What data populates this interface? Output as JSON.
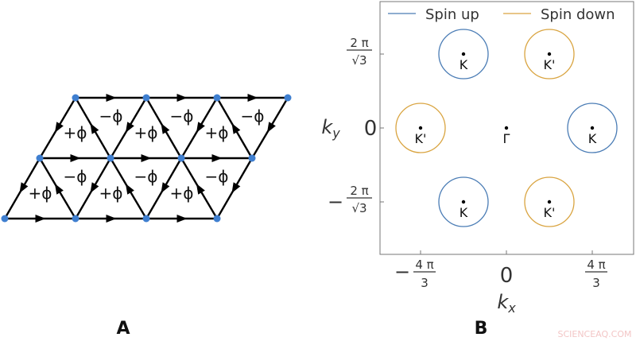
{
  "panel_a": {
    "label": "A",
    "plus_flux": "+ϕ",
    "minus_flux": "−ϕ",
    "node_color": "#3f7fd0"
  },
  "panel_b": {
    "label": "B",
    "legend": [
      {
        "name": "Spin up",
        "color": "#4a7cb5"
      },
      {
        "name": "Spin down",
        "color": "#d9a440"
      }
    ],
    "xlabel": "k",
    "xlabel_sub": "x",
    "ylabel": "k",
    "ylabel_sub": "y",
    "xticks": [
      {
        "value": -4.18879,
        "sign": "−",
        "num": "4 π",
        "den": "3"
      },
      {
        "value": 0,
        "plain": "0"
      },
      {
        "value": 4.18879,
        "sign": "",
        "num": "4 π",
        "den": "3"
      }
    ],
    "yticks": [
      {
        "value": 3.6276,
        "sign": "",
        "num": "2 π",
        "den": "√3"
      },
      {
        "value": 0,
        "plain": "0"
      },
      {
        "value": -3.6276,
        "sign": "−",
        "num": "2 π",
        "den": "√3"
      }
    ],
    "points": [
      {
        "label": "K",
        "kx": -2.0944,
        "ky": 3.6276,
        "spin": "Spin up"
      },
      {
        "label": "K'",
        "kx": 2.0944,
        "ky": 3.6276,
        "spin": "Spin down"
      },
      {
        "label": "K'",
        "kx": -4.18879,
        "ky": 0,
        "spin": "Spin down"
      },
      {
        "label": "Γ",
        "kx": 0,
        "ky": 0,
        "spin": null
      },
      {
        "label": "K",
        "kx": 4.18879,
        "ky": 0,
        "spin": "Spin up"
      },
      {
        "label": "K",
        "kx": -2.0944,
        "ky": -3.6276,
        "spin": "Spin up"
      },
      {
        "label": "K'",
        "kx": 2.0944,
        "ky": -3.6276,
        "spin": "Spin down"
      }
    ]
  },
  "watermark": "SCIENCEAQ.COM"
}
